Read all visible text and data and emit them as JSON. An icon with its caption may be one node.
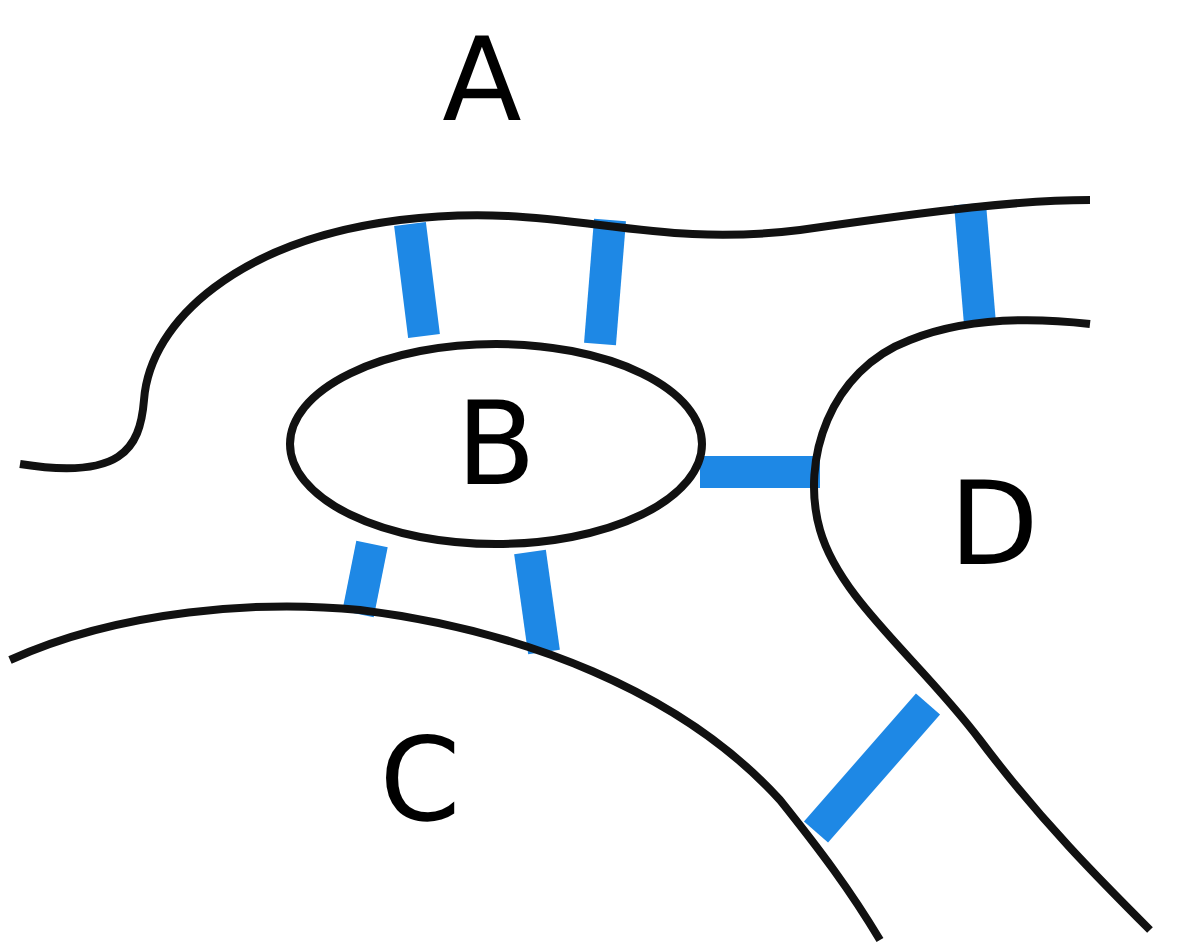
{
  "diagram": {
    "nodes": [
      {
        "text": [
          "A"
        ]
      },
      {
        "text": [
          "B"
        ]
      },
      {
        "text": [
          "C"
        ]
      },
      {
        "text": [
          "D"
        ]
      }
    ],
    "edges": [
      {
        "from": 0,
        "to": 1,
        "arrow": "none"
      },
      {
        "from": 0,
        "to": 1,
        "arrow": "none"
      },
      {
        "from": 0,
        "to": 3,
        "arrow": "none"
      },
      {
        "from": 1,
        "to": 3,
        "arrow": "none"
      },
      {
        "from": 1,
        "to": 2,
        "arrow": "none"
      },
      {
        "from": 1,
        "to": 2,
        "arrow": "none"
      },
      {
        "from": 2,
        "to": 3,
        "arrow": "none"
      }
    ]
  }
}
